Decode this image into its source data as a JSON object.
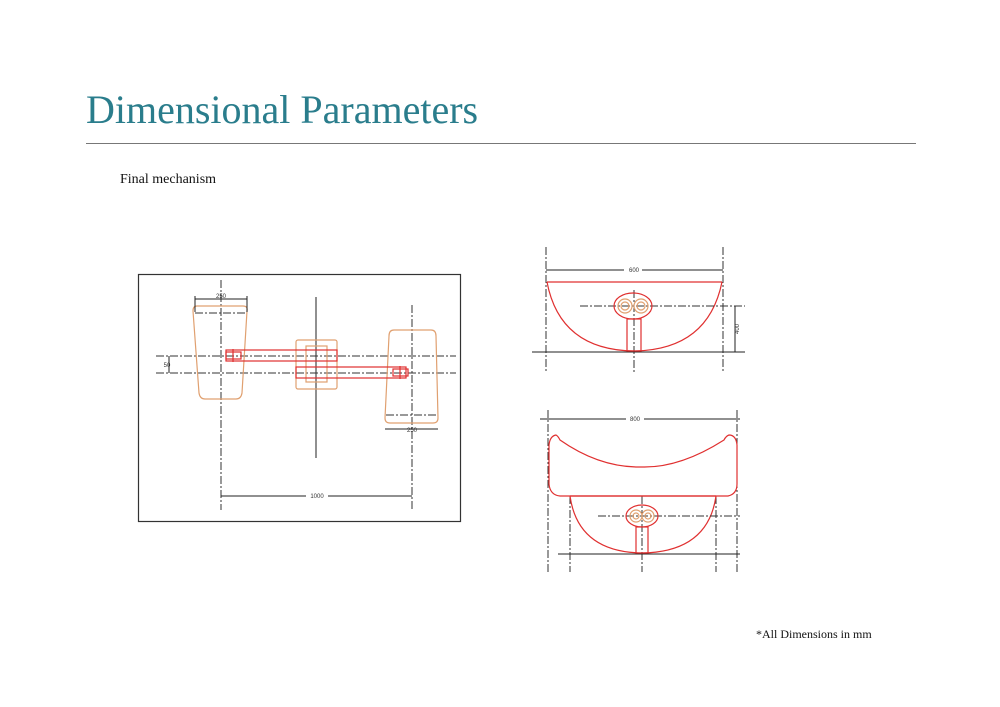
{
  "title": "Dimensional Parameters",
  "subtitle": "Final mechanism",
  "footnote": "*All Dimensions in mm",
  "drawings": {
    "plan_view": {
      "dim_width_left": "250",
      "dim_width_right": "250",
      "dim_offset": "50",
      "dim_span": "1000"
    },
    "front_view": {
      "dim_width": "600",
      "dim_height": "400"
    },
    "side_view": {
      "dim_width": "800"
    }
  },
  "colors": {
    "title": "#2a7d8c",
    "outline_red": "#e03030",
    "outline_orange": "#e0a070"
  }
}
